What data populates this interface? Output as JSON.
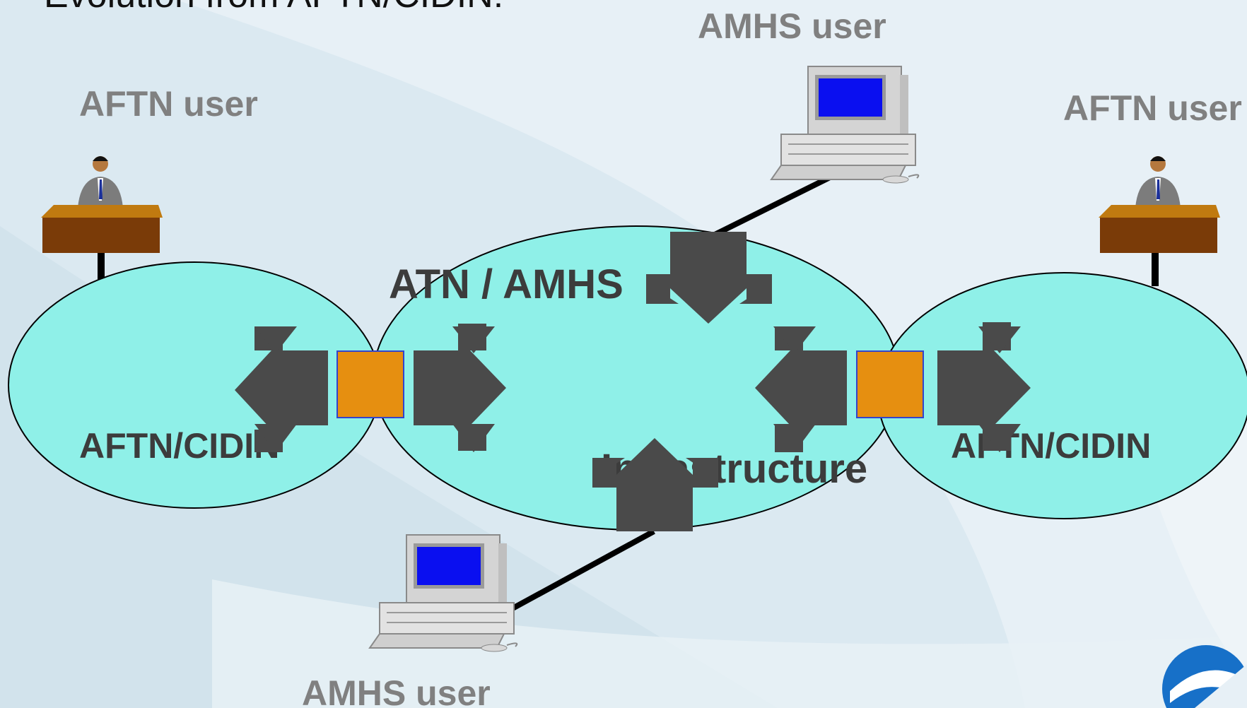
{
  "slide": {
    "title": "Evolution from AFTN/CIDIN:"
  },
  "users": {
    "amhs_top": "AMHS user",
    "aftn_left": "AFTN user",
    "aftn_right": "AFTN user",
    "amhs_bottom": "AMHS user"
  },
  "networks": {
    "atn_title": "ATN / AMHS",
    "atn_subtitle": "Infrastructure",
    "aftn_left": "AFTN/CIDIN",
    "aftn_right": "AFTN/CIDIN"
  },
  "colors": {
    "background": "#dceaf2",
    "network_fill": "#8ff0e8",
    "gateway_fill": "#e68f10",
    "arrow_fill": "#4a4a4a",
    "label_grey": "#808080",
    "label_dark": "#3c3c3c"
  }
}
